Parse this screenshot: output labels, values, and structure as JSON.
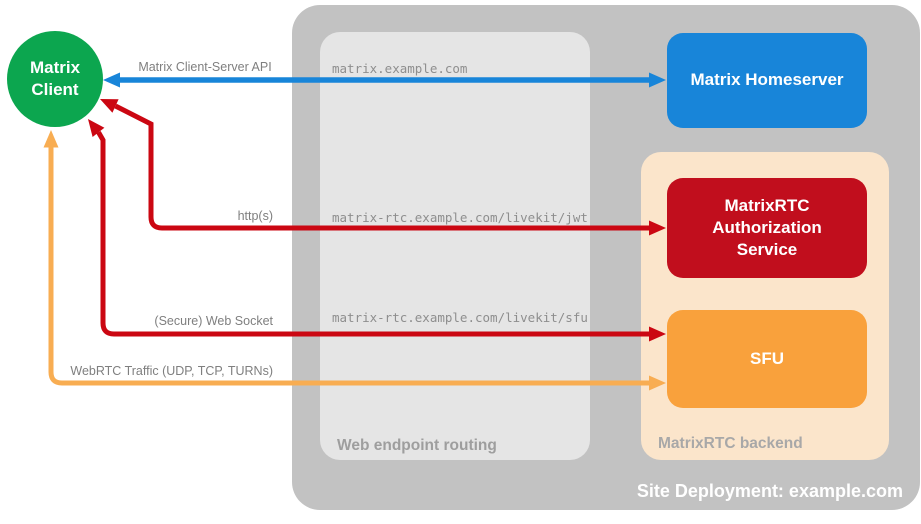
{
  "diagram": {
    "client": {
      "label": "Matrix\nClient",
      "color": "#0ca64f"
    },
    "homeserver": {
      "label": "Matrix Homeserver",
      "color": "#1885d9"
    },
    "auth_service": {
      "label": "MatrixRTC Authorization Service",
      "color": "#c10e1d"
    },
    "sfu": {
      "label": "SFU",
      "color": "#f9a13c"
    },
    "containers": {
      "site": {
        "caption": "Site Deployment: example.com",
        "color": "#c2c2c2"
      },
      "routing": {
        "caption": "Web endpoint routing",
        "color": "#e5e5e5"
      },
      "backend": {
        "caption": "MatrixRTC backend",
        "color": "#fbe5cb"
      }
    },
    "endpoints": [
      "matrix.example.com",
      "matrix-rtc.example.com/livekit/jwt",
      "matrix-rtc.example.com/livekit/sfu"
    ],
    "arrows": [
      {
        "label": "Matrix Client-Server API",
        "color": "#1885d9",
        "from": "Matrix Client",
        "to": "Matrix Homeserver",
        "bidirectional": true
      },
      {
        "label": "http(s)",
        "color": "#cb0712",
        "from": "Matrix Client",
        "to": "MatrixRTC Authorization Service",
        "bidirectional": true
      },
      {
        "label": "(Secure) Web Socket",
        "color": "#cb0712",
        "from": "Matrix Client",
        "to": "SFU",
        "bidirectional": true
      },
      {
        "label": "WebRTC Traffic (UDP, TCP, TURNs)",
        "color": "#f8ad52",
        "from": "Matrix Client",
        "to": "SFU",
        "bidirectional": true
      }
    ]
  }
}
